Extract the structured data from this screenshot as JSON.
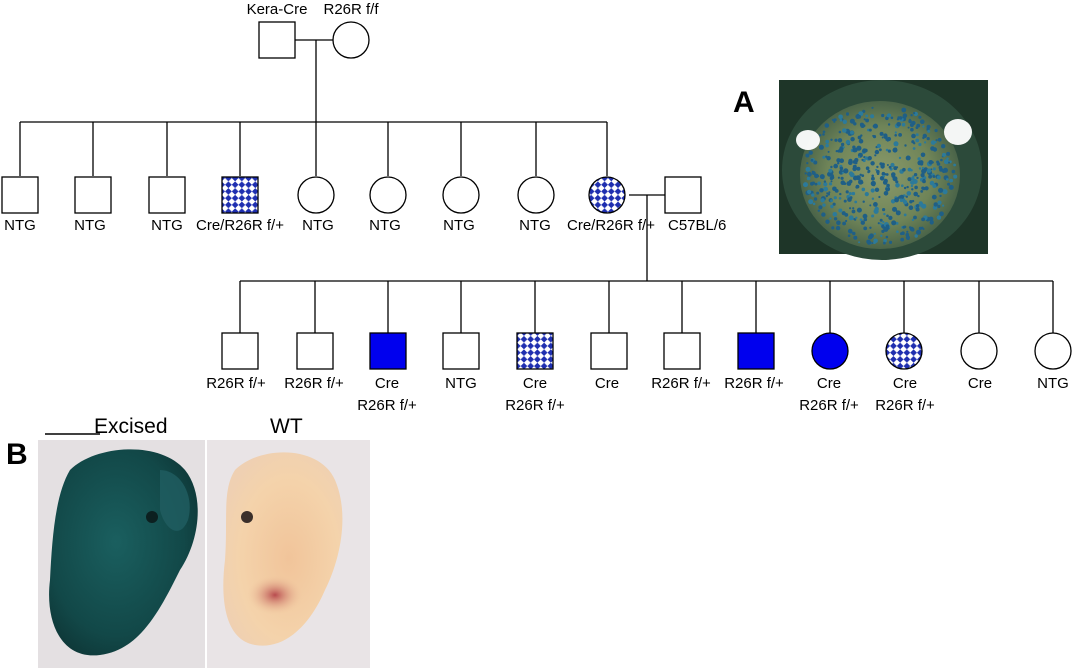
{
  "figure": {
    "panel_a_label": "A",
    "panel_b_label": "B",
    "photo_b_left_label": "Excised",
    "photo_b_right_label": "WT"
  },
  "pedigree": {
    "parents": {
      "father": {
        "label": "Kera-Cre",
        "shape": "square",
        "fill": "empty"
      },
      "mother": {
        "label": "R26R f/f",
        "shape": "circle",
        "fill": "empty"
      }
    },
    "gen2": [
      {
        "shape": "square",
        "fill": "empty",
        "line1": "NTG"
      },
      {
        "shape": "square",
        "fill": "empty",
        "line1": "NTG"
      },
      {
        "shape": "square",
        "fill": "empty",
        "line1": "NTG"
      },
      {
        "shape": "square",
        "fill": "checker",
        "line1": "Cre/R26R f/+"
      },
      {
        "shape": "circle",
        "fill": "empty",
        "line1": "NTG"
      },
      {
        "shape": "circle",
        "fill": "empty",
        "line1": "NTG"
      },
      {
        "shape": "circle",
        "fill": "empty",
        "line1": "NTG"
      },
      {
        "shape": "circle",
        "fill": "empty",
        "line1": "NTG"
      },
      {
        "shape": "circle",
        "fill": "checker",
        "line1": "Cre/R26R f/+"
      }
    ],
    "mate": {
      "shape": "square",
      "fill": "empty",
      "line1": "C57BL/6"
    },
    "gen3": [
      {
        "shape": "square",
        "fill": "empty",
        "line1": "R26R f/+",
        "line2": ""
      },
      {
        "shape": "square",
        "fill": "empty",
        "line1": "R26R f/+",
        "line2": ""
      },
      {
        "shape": "square",
        "fill": "solid",
        "line1": "Cre",
        "line2": "R26R f/+"
      },
      {
        "shape": "square",
        "fill": "empty",
        "line1": "NTG",
        "line2": ""
      },
      {
        "shape": "square",
        "fill": "checker",
        "line1": "Cre",
        "line2": "R26R f/+"
      },
      {
        "shape": "square",
        "fill": "empty",
        "line1": "Cre",
        "line2": ""
      },
      {
        "shape": "square",
        "fill": "empty",
        "line1": "R26R f/+",
        "line2": ""
      },
      {
        "shape": "square",
        "fill": "solid",
        "line1": "R26R f/+",
        "line2": ""
      },
      {
        "shape": "circle",
        "fill": "solid",
        "line1": "Cre",
        "line2": "R26R f/+"
      },
      {
        "shape": "circle",
        "fill": "checker",
        "line1": "Cre",
        "line2": "R26R f/+"
      },
      {
        "shape": "circle",
        "fill": "empty",
        "line1": "Cre",
        "line2": ""
      },
      {
        "shape": "circle",
        "fill": "empty",
        "line1": "NTG",
        "line2": ""
      }
    ]
  },
  "colors": {
    "affected": "#0000ee",
    "checker_blue": "#1f2fb0",
    "line": "#000000"
  }
}
